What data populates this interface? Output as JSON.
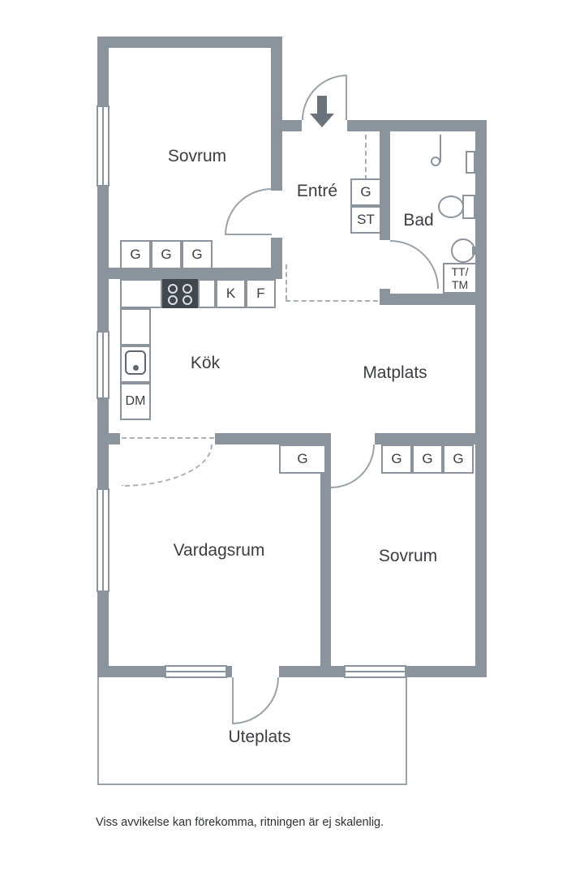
{
  "rooms": {
    "bedroom_top": "Sovrum",
    "entrance": "Entré",
    "bathroom": "Bad",
    "kitchen": "Kök",
    "dining_area": "Matplats",
    "living_room": "Vardagsrum",
    "bedroom_bottom": "Sovrum",
    "patio": "Uteplats"
  },
  "closets": {
    "bedroom_top": [
      "G",
      "G",
      "G"
    ],
    "entrance_wardrobe": "G",
    "entrance_storage": "ST",
    "hall_wardrobe": "G",
    "bedroom_bottom": [
      "G",
      "G",
      "G"
    ]
  },
  "appliances": {
    "fridge": "K",
    "freezer": "F",
    "dishwasher": "DM",
    "laundry_line1": "TT/",
    "laundry_line2": "TM"
  },
  "note": "Viss avvikelse kan förekomma, ritningen är ej skalenlig.",
  "icons": {
    "entrance_arrow": "▼"
  },
  "colors": {
    "wall": "#8b949c",
    "label_text": "#3a3e42",
    "stove": "#42474d",
    "dashed": "#a8afb6"
  }
}
